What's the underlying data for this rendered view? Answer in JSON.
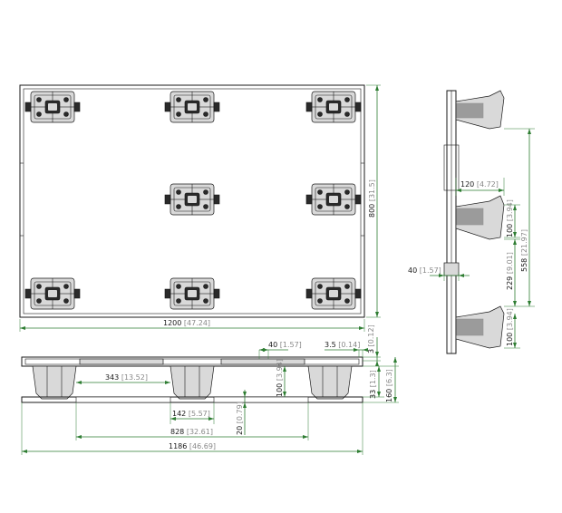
{
  "dimensions": {
    "top_width": {
      "mm": "1200",
      "in": "[47.24]"
    },
    "top_depth": {
      "mm": "800",
      "in": "[31.5]"
    },
    "side_block_width": {
      "mm": "120",
      "in": "[4.72]"
    },
    "side_block_height_top": {
      "mm": "100",
      "in": "[3.94]"
    },
    "side_span": {
      "mm": "558",
      "in": "[21.97]"
    },
    "side_gap": {
      "mm": "229",
      "in": "[9.01]"
    },
    "side_block_height_bottom": {
      "mm": "100",
      "in": "[3.94]"
    },
    "side_deck": {
      "mm": "40",
      "in": "[1.57]"
    },
    "front_deck": {
      "mm": "40",
      "in": "[1.57]"
    },
    "front_lip": {
      "mm": "3.5",
      "in": "[0.14]"
    },
    "front_lip_height": {
      "mm": "3",
      "in": "[0.12]"
    },
    "front_opening": {
      "mm": "343",
      "in": "[13.52]"
    },
    "front_block_height": {
      "mm": "100",
      "in": "[3.94]"
    },
    "front_runner": {
      "mm": "33",
      "in": "[1.3]"
    },
    "front_total_height": {
      "mm": "160",
      "in": "[6.3]"
    },
    "front_foot": {
      "mm": "142",
      "in": "[5.57]"
    },
    "front_runner_height": {
      "mm": "20",
      "in": "[0.79]"
    },
    "front_inner_span": {
      "mm": "828",
      "in": "[32.61]"
    },
    "front_total_width": {
      "mm": "1186",
      "in": "[46.69]"
    }
  }
}
